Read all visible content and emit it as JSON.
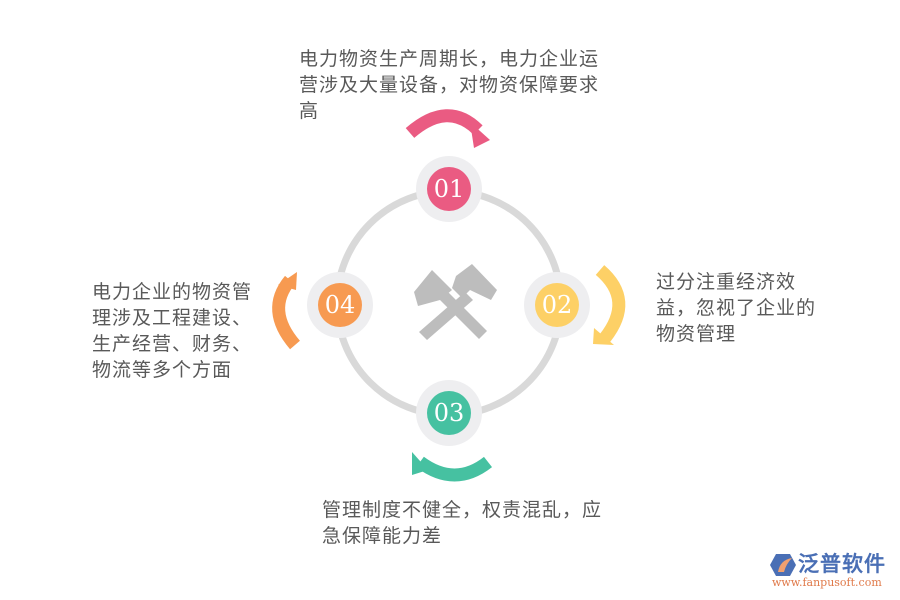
{
  "diagram": {
    "center_icon": "crossed-hammers-icon",
    "steps": [
      {
        "number": "01",
        "color": "#ea5b82",
        "text": "电力物资生产周期长，电力企业运营涉及大量设备，对物资保障要求高"
      },
      {
        "number": "02",
        "color": "#fdd066",
        "text": "过分注重经济效益，忽视了企业的物资管理"
      },
      {
        "number": "03",
        "color": "#46c1a1",
        "text": "管理制度不健全，权责混乱，应急保障能力差"
      },
      {
        "number": "04",
        "color": "#f79a51",
        "text": "电力企业的物资管理涉及工程建设、生产经营、财务、物流等多个方面"
      }
    ],
    "ring_color": "#d9d9d9",
    "badge_bg": "#eeeef0",
    "icon_color": "#bdbdbd"
  },
  "logo": {
    "name": "泛普软件",
    "url": "www.fanpusoft.com"
  }
}
